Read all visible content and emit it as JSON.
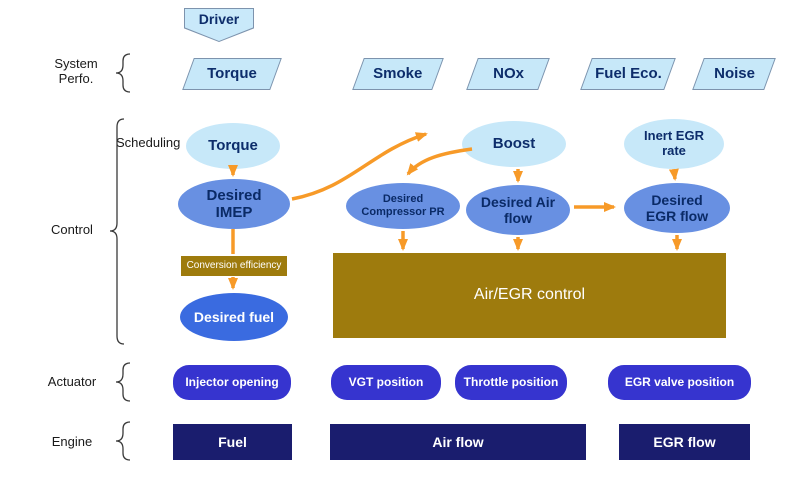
{
  "colors": {
    "light_blue": "#c7e8f9",
    "medium_blue": "#6890e2",
    "bright_blue": "#3a6be0",
    "actuator_blue": "#3634cf",
    "engine_navy": "#1a1d6e",
    "gold_brown": "#9e7b0d",
    "arrow_orange": "#f79a28",
    "text_navy": "#0d2d6b"
  },
  "driver": {
    "label": "Driver"
  },
  "rows": {
    "system_perfo_line1": "System",
    "system_perfo_line2": "Perfo.",
    "scheduling": "Scheduling",
    "control": "Control",
    "actuator": "Actuator",
    "engine": "Engine"
  },
  "system_perfo_items": [
    "Torque",
    "Smoke",
    "NOx",
    "Fuel Eco.",
    "Noise"
  ],
  "scheduling_nodes": {
    "torque": "Torque",
    "boost": "Boost",
    "inert_egr_rate": "Inert EGR rate"
  },
  "control_nodes": {
    "desired_imep": "Desired IMEP",
    "desired_compressor_pr": "Desired Compressor PR",
    "desired_air_flow": "Desired Air flow",
    "desired_egr_flow": "Desired EGR flow",
    "conversion_efficiency": "Conversion efficiency",
    "desired_fuel": "Desired fuel",
    "air_egr_control": "Air/EGR control"
  },
  "actuator_items": [
    "Injector opening",
    "VGT position",
    "Throttle position",
    "EGR valve position"
  ],
  "engine_items": [
    "Fuel",
    "Air flow",
    "EGR flow"
  ]
}
